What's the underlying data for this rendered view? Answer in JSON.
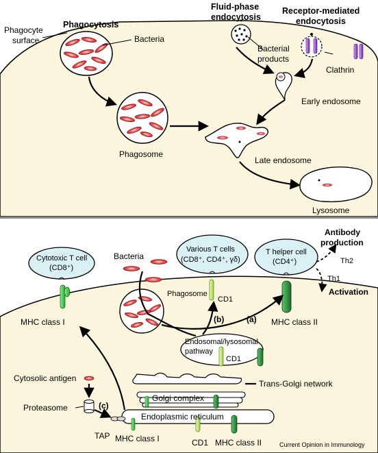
{
  "top_panel": {
    "phagocyte_surface_line1": "Phagocyte",
    "phagocyte_surface_line2": "surface",
    "phagocytosis": "Phagocytosis",
    "fluid_phase_line1": "Fluid-phase",
    "fluid_phase_line2": "endocytosis",
    "receptor_mediated_line1": "Receptor-mediated",
    "receptor_mediated_line2": "endocytosis",
    "bacteria": "Bacteria",
    "bacterial_products_line1": "Bacterial",
    "bacterial_products_line2": "products",
    "clathrin": "Clathrin",
    "early_endosome": "Early endosome",
    "phagosome": "Phagosome",
    "late_endosome": "Late endosome",
    "lysosome": "Lysosome"
  },
  "bottom_panel": {
    "cytotoxic_t_cell_line1": "Cytotoxic T cell",
    "cytotoxic_t_cell_line2": "(CD8⁺)",
    "bacteria": "Bacteria",
    "various_t_cells_line1": "Various T cells",
    "various_t_cells_line2": "(CD8⁺, CD4⁺, γδ)",
    "t_helper_line1": "T helper cell",
    "t_helper_line2": "(CD4⁺)",
    "antibody_production_line1": "Antibody",
    "antibody_production_line2": "production",
    "th2": "Th2",
    "th1": "Th1",
    "activation": "Activation",
    "phagosome": "Phagosome",
    "cd1_top": "CD1",
    "label_b": "(b)",
    "label_a": "(a)",
    "mhc_class_i_top": "MHC class I",
    "mhc_class_ii_top": "MHC class II",
    "endosomal_line1": "Endosomal/lysosomal",
    "endosomal_line2": "pathway",
    "cd1_endosomal": "CD1",
    "cytosolic_antigen": "Cytosolic antigen",
    "trans_golgi": "Trans-Golgi network",
    "golgi_complex": "Golgi complex",
    "proteasome": "Proteasome",
    "label_c": "(c)",
    "endoplasmic_reticulum": "Endoplasmic reticulum",
    "tap": "TAP",
    "mhc_class_i_er": "MHC class I",
    "cd1_er": "CD1",
    "mhc_class_ii_er": "MHC class II"
  },
  "credit": "Current Opinion in Immunology",
  "colors": {
    "cytoplasm": "#faf5dc",
    "bacteria_red": "#d8383a",
    "t_cell_fill": "#d9f1f4",
    "mhc_i_green": "#3fc94a",
    "cd1_green": "#b9e86a",
    "mhc_ii_green": "#2e8a3a",
    "receptor_purple": "#8a3fc4"
  }
}
